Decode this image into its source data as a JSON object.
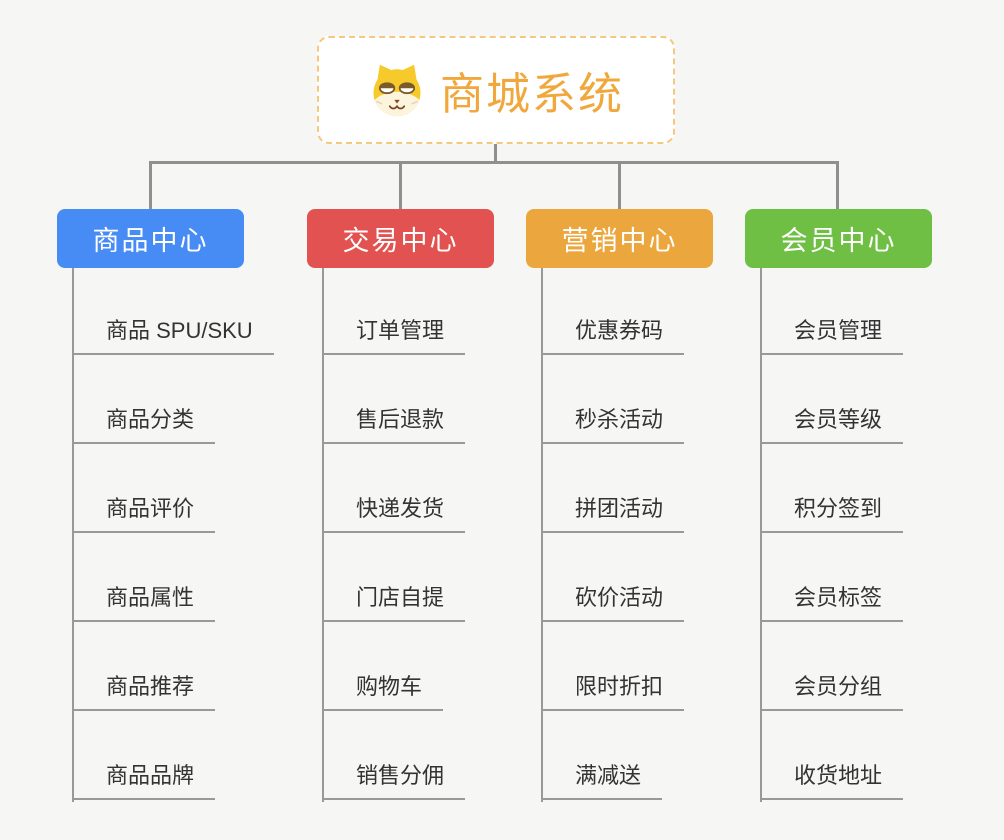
{
  "root": {
    "title": "商城系统",
    "icon": "dog-face-icon"
  },
  "branches": [
    {
      "label": "商品中心",
      "color": "#478bf4",
      "items": [
        "商品 SPU/SKU",
        "商品分类",
        "商品评价",
        "商品属性",
        "商品推荐",
        "商品品牌"
      ]
    },
    {
      "label": "交易中心",
      "color": "#e25250",
      "items": [
        "订单管理",
        "售后退款",
        "快递发货",
        "门店自提",
        "购物车",
        "销售分佣"
      ]
    },
    {
      "label": "营销中心",
      "color": "#eba73e",
      "items": [
        "优惠券码",
        "秒杀活动",
        "拼团活动",
        "砍价活动",
        "限时折扣",
        "满减送"
      ]
    },
    {
      "label": "会员中心",
      "color": "#6fbf45",
      "items": [
        "会员管理",
        "会员等级",
        "积分签到",
        "会员标签",
        "会员分组",
        "收货地址"
      ]
    }
  ],
  "colors": {
    "canvas_bg": "#f6f6f5",
    "root_text": "#f0a83c",
    "root_border": "#f4c87e",
    "connector": "#8f8f8f",
    "item_line": "#999999",
    "item_text": "#333333",
    "header_text": "#ffffff"
  }
}
